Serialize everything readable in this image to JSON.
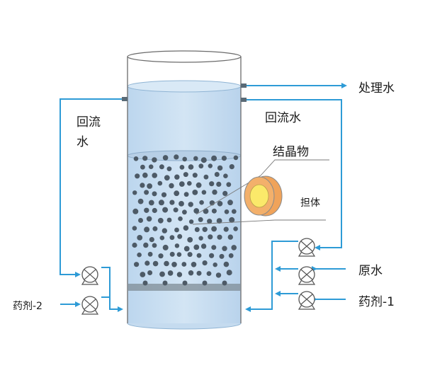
{
  "labels": {
    "treated_water": "处理水",
    "reflux_left_line1": "回流",
    "reflux_left_line2": "水",
    "reflux_right": "回流水",
    "crystal": "结晶物",
    "carrier": "担体",
    "raw_water": "原水",
    "agent_1": "药剂-1",
    "agent_2": "药剂-2"
  },
  "colors": {
    "water": "#c5dbef",
    "water_dark": "#a9c8e6",
    "pipe": "#2e9bd6",
    "particle": "#4d5a66",
    "carrier_outer": "#f0a35a",
    "carrier_inner": "#fbe96a",
    "outline": "#6b6b6b"
  }
}
